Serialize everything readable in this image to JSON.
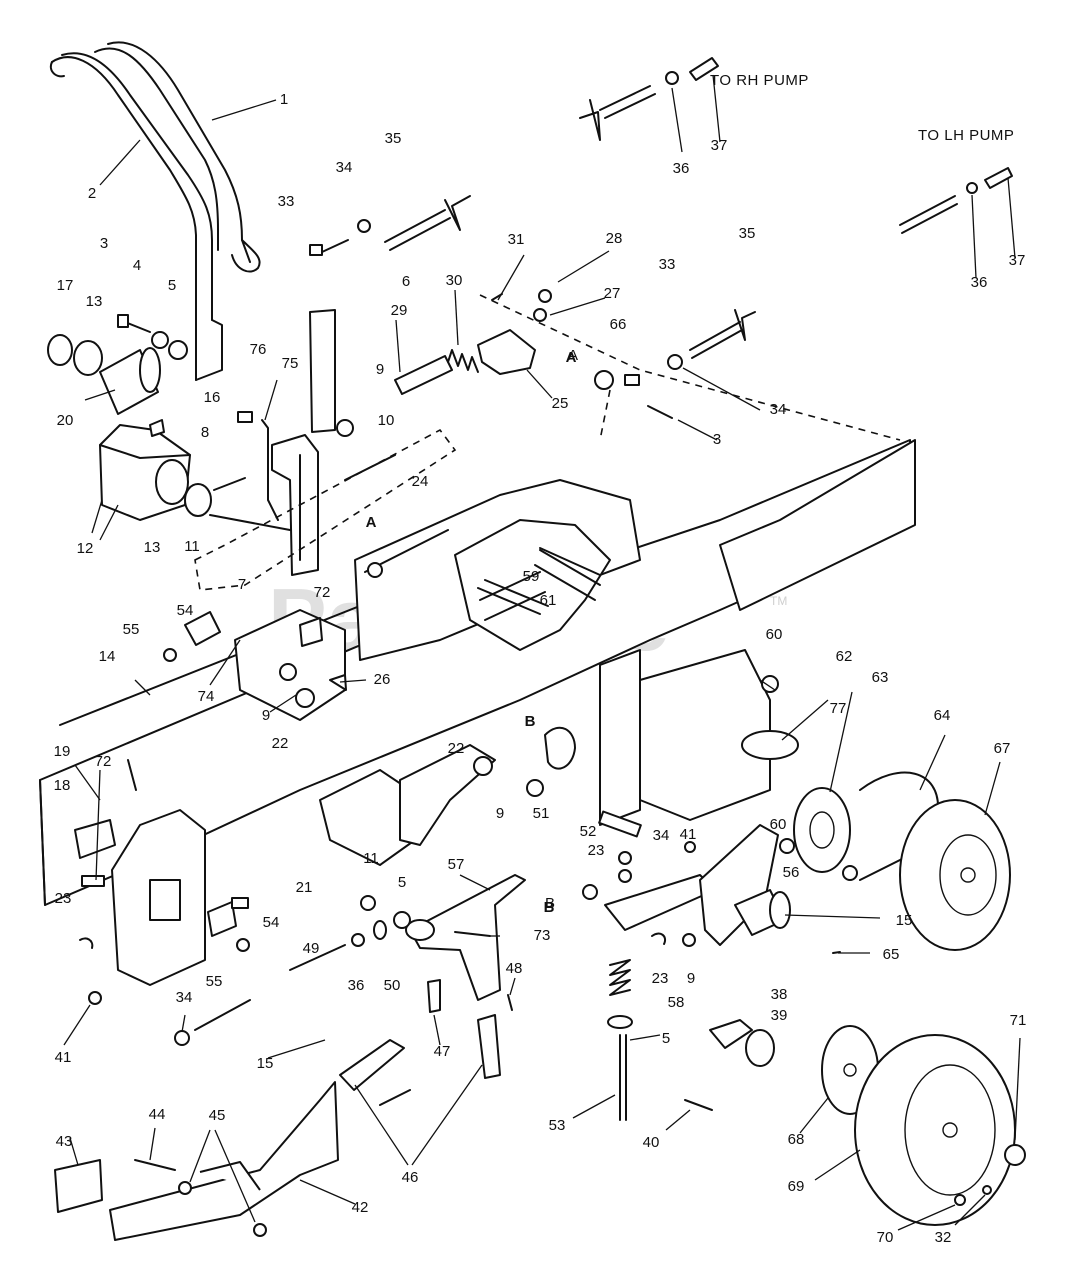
{
  "watermark": {
    "text": "PartsTree",
    "trademark": "TM"
  },
  "notes": {
    "rh_pump": "TO RH PUMP",
    "lh_pump": "TO LH PUMP"
  },
  "section_labels": [
    "A",
    "A",
    "B",
    "B"
  ],
  "callouts": [
    "1",
    "2",
    "3",
    "4",
    "5",
    "17",
    "13",
    "20",
    "16",
    "12",
    "13",
    "8",
    "76",
    "75",
    "11",
    "7",
    "33",
    "34",
    "35",
    "6",
    "9",
    "10",
    "29",
    "30",
    "31",
    "28",
    "27",
    "25",
    "66",
    "33",
    "35",
    "34",
    "3",
    "24",
    "59",
    "61",
    "A",
    "36",
    "37",
    "36",
    "37",
    "54",
    "55",
    "72",
    "74",
    "9",
    "22",
    "26",
    "14",
    "19",
    "18",
    "72",
    "23",
    "22",
    "9",
    "51",
    "52",
    "60",
    "62",
    "77",
    "63",
    "64",
    "67",
    "41",
    "34",
    "56",
    "60",
    "23",
    "11",
    "5",
    "21",
    "54",
    "55",
    "49",
    "36",
    "50",
    "57",
    "73",
    "B",
    "15",
    "23",
    "9",
    "65",
    "58",
    "5",
    "38",
    "39",
    "48",
    "47",
    "34",
    "41",
    "15",
    "46",
    "53",
    "40",
    "68",
    "71",
    "69",
    "70",
    "32",
    "43",
    "44",
    "45",
    "42"
  ]
}
